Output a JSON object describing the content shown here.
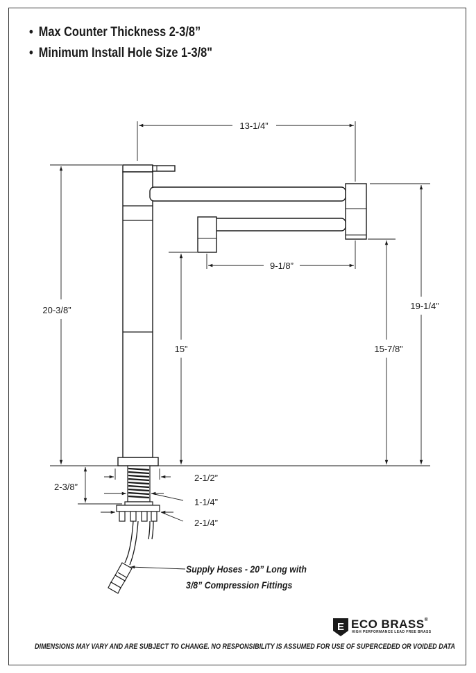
{
  "specs": {
    "bullet": "•",
    "line1": "Max Counter Thickness 2-3/8”",
    "line2": "Minimum Install Hole Size 1-3/8\""
  },
  "dimensions": {
    "spout_reach": "13-1/4”",
    "short_arm_reach": "9-1/8”",
    "total_height": "20-3/8”",
    "spout_height": "19-1/4”",
    "outlet_height": "15”",
    "arm_clearance": "15-7/8”",
    "counter_thickness": "2-3/8”",
    "flange_diameter": "2-1/2”",
    "shank_diameter": "1-1/4”",
    "mount_plate": "2-1/4”"
  },
  "supply_note": {
    "line1": "Supply Hoses - 20” Long with",
    "line2": "3/8” Compression Fittings"
  },
  "brand": {
    "name": "ECO BRASS",
    "registered": "®",
    "tagline": "HIGH PERFORMANCE LEAD FREE BRASS",
    "mark": "E"
  },
  "disclaimer": "DIMENSIONS MAY VARY AND ARE SUBJECT TO CHANGE. NO RESPONSIBILITY IS ASSUMED FOR USE OF SUPERCEDED OR VOIDED DATA"
}
